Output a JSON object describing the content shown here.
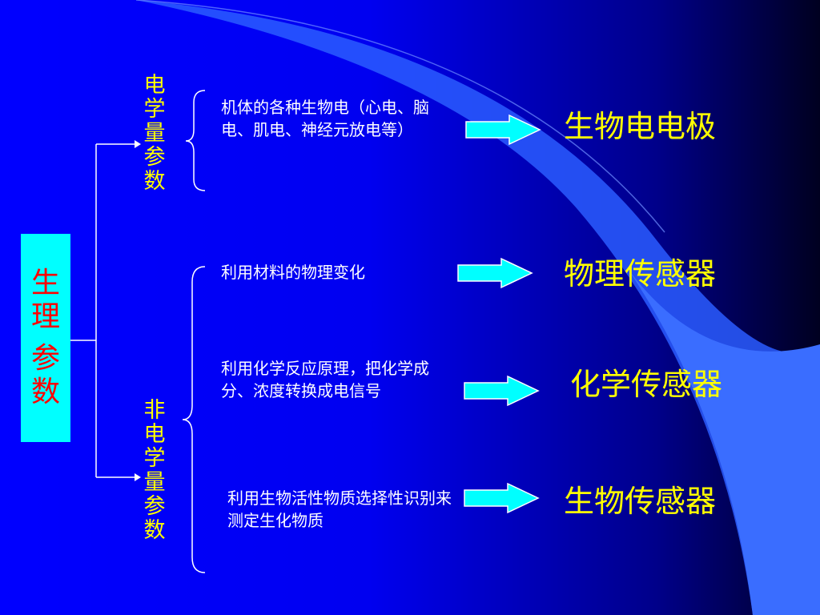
{
  "root": {
    "line1": "生",
    "line2": "理",
    "line3": "参",
    "line4": "数"
  },
  "branches": {
    "electrical": "电学量参数",
    "non_electrical": "非电学量参数"
  },
  "rows": [
    {
      "desc": "机体的各种生物电（心电、脑电、肌电、神经元放电等）",
      "result": "生物电电极"
    },
    {
      "desc": "利用材料的物理变化",
      "result": "物理传感器"
    },
    {
      "desc": "利用化学反应原理，把化学成分、浓度转换成电信号",
      "result": "化学传感器"
    },
    {
      "desc": "利用生物活性物质选择性识别来测定生化物质",
      "result": "生物传感器"
    }
  ],
  "colors": {
    "background": "#0000ff",
    "accent_box": "#00ffff",
    "root_text": "#ff0000",
    "highlight_text": "#ffff00",
    "arrow_fill": "#00ffff",
    "body_text": "#ffffff"
  }
}
